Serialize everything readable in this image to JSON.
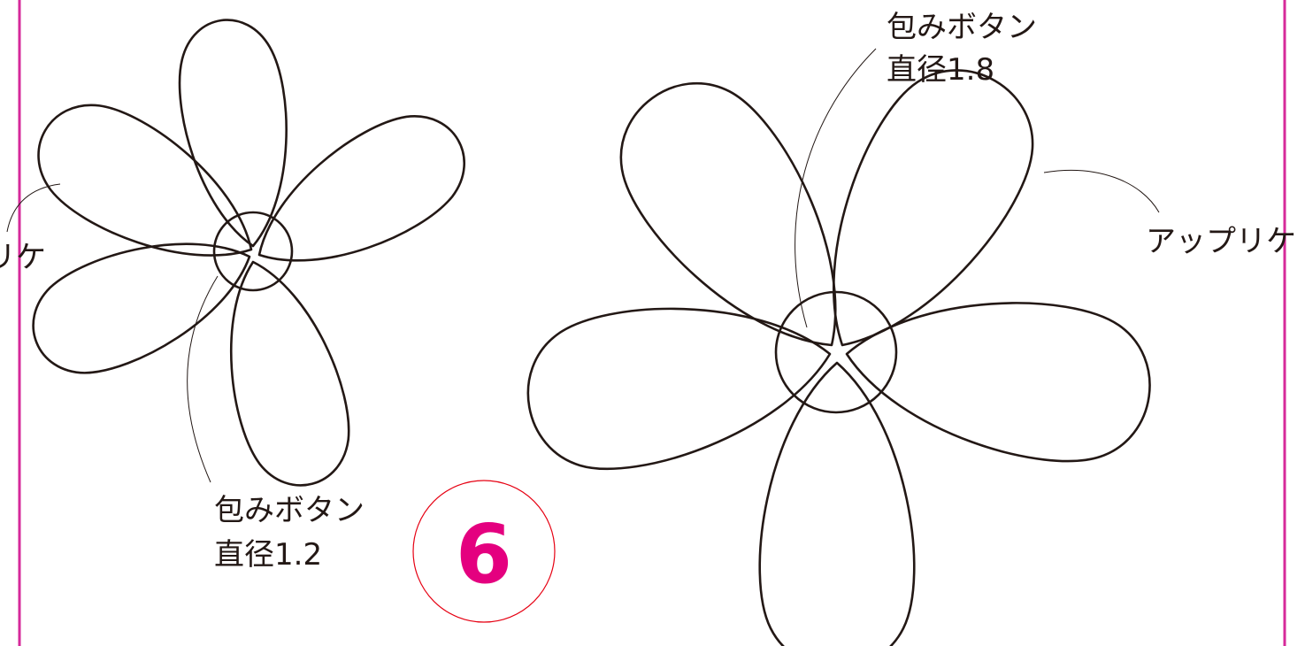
{
  "colors": {
    "outline": "#231815",
    "border": "#d62a9a",
    "badge_circle": "#e60012",
    "badge_number": "#e4007f"
  },
  "labels": {
    "left_applique": "リケ",
    "left_button_line1": "包みボタン",
    "left_button_line2": "直径1.2",
    "right_button_line1": "包みボタン",
    "right_button_line2": "直径1.8",
    "right_applique": "アップリケ"
  },
  "step_badge": {
    "number": "6"
  }
}
